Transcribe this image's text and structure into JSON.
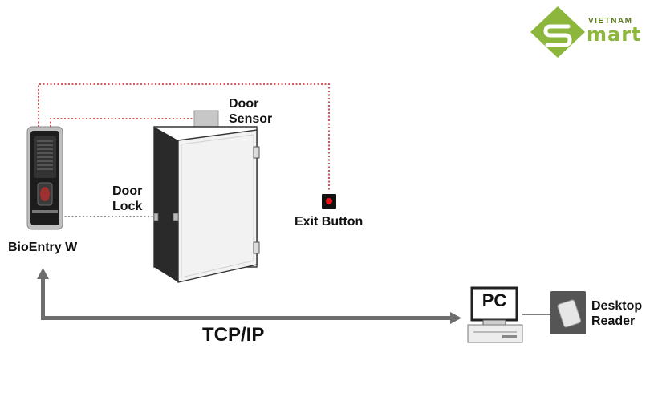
{
  "logo": {
    "top_text": "VIETNAM",
    "main_text": "mart",
    "brand_color": "#8cb63c"
  },
  "labels": {
    "door_sensor_line1": "Door",
    "door_sensor_line2": "Sensor",
    "door_lock_line1": "Door",
    "door_lock_line2": "Lock",
    "exit_button": "Exit Button",
    "bioentry": "BioEntry W",
    "pc": "PC",
    "desktop_reader_line1": "Desktop",
    "desktop_reader_line2": "Reader",
    "network": "TCP/IP"
  },
  "colors": {
    "wiring": "#d4202a",
    "network_arrow": "#6e6e6e",
    "exit_button": "#e8121b"
  }
}
